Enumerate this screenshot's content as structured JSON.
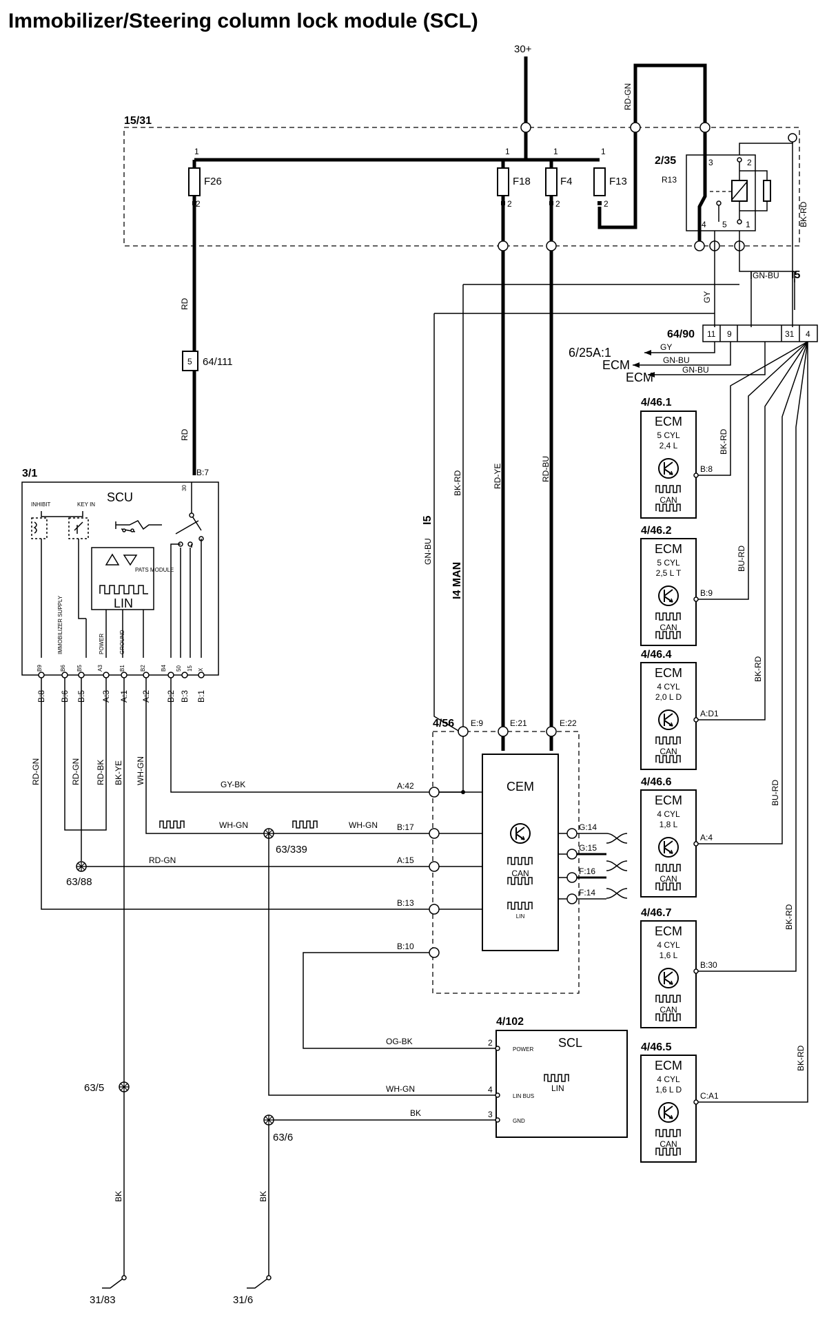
{
  "title": "Immobilizer/Steering column lock module (SCL)",
  "supply": "30+",
  "fusebox": "15/31",
  "fuses": {
    "f26": "F26",
    "f18": "F18",
    "f4": "F4",
    "f13": "F13",
    "pin1": "1",
    "pin2": "2"
  },
  "relay": {
    "id": "2/35",
    "name": "R13",
    "pins": [
      "3",
      "2",
      "4",
      "5",
      "1"
    ]
  },
  "connectors": {
    "c64_111": "64/111",
    "c64_111_pin": "5",
    "c64_90": "64/90",
    "c64_90_pins": [
      "11",
      "9",
      "31",
      "4"
    ],
    "c6_25": "6/25A:1"
  },
  "wires": {
    "rd_gn": "RD-GN",
    "rd": "RD",
    "gy": "GY",
    "gn_bu": "GN-BU",
    "bk_rd": "BK-RD",
    "bu_rd": "BU-RD",
    "rd_ye": "RD-YE",
    "rd_bu": "RD-BU",
    "rd_bk": "RD-BK",
    "bk_ye": "BK-YE",
    "wh_gn": "WH-GN",
    "gy_bk": "GY-BK",
    "og_bk": "OG-BK",
    "bk": "BK"
  },
  "variant_labels": {
    "i5": "I5",
    "i4man": "I4 MAN"
  },
  "ecm_short": "ECM",
  "scu": {
    "id": "3/1",
    "name": "SCU",
    "pin_b7": "B:7",
    "pin30": "30",
    "inhibit": "INHIBIT",
    "keyin": "KEY IN",
    "pats": "PATS MODULE",
    "lin": "LIN",
    "vlabels": [
      "IMMOBILIZER SUPPLY",
      "POWER",
      "GROUND"
    ],
    "inner_pins": [
      "B9",
      "B6",
      "B5",
      "A3",
      "B1",
      "B2",
      "B4",
      "50",
      "15",
      "X"
    ],
    "pins": [
      "B:8",
      "B:6",
      "B:5",
      "A:3",
      "A:1",
      "A:2",
      "B:2",
      "B:3",
      "B:1"
    ]
  },
  "cem": {
    "id": "4/56",
    "name": "CEM",
    "can": "CAN",
    "lin": "LIN",
    "top_pins": [
      "E:9",
      "E:21",
      "E:22"
    ],
    "left_pins": [
      "A:42",
      "B:17",
      "A:15",
      "B:13",
      "B:10"
    ],
    "right_pins": [
      "G:14",
      "G:15",
      "F:16",
      "F:14"
    ]
  },
  "scl": {
    "id": "4/102",
    "name": "SCL",
    "lin": "LIN",
    "pins": [
      {
        "num": "2",
        "label": "POWER"
      },
      {
        "num": "4",
        "label": "LIN BUS"
      },
      {
        "num": "3",
        "label": "GND"
      }
    ]
  },
  "splices": {
    "s63_339": "63/339",
    "s63_88": "63/88",
    "s63_5": "63/5",
    "s63_6": "63/6"
  },
  "grounds": {
    "g31_83": "31/83",
    "g31_6": "31/6"
  },
  "ecms": [
    {
      "id": "4/46.1",
      "title": "ECM",
      "line1": "5 CYL",
      "line2": "2,4 L",
      "pin": "B:8",
      "can": "CAN"
    },
    {
      "id": "4/46.2",
      "title": "ECM",
      "line1": "5 CYL",
      "line2": "2,5 L T",
      "pin": "B:9",
      "can": "CAN"
    },
    {
      "id": "4/46.4",
      "title": "ECM",
      "line1": "4 CYL",
      "line2": "2,0 L D",
      "pin": "A:D1",
      "can": "CAN"
    },
    {
      "id": "4/46.6",
      "title": "ECM",
      "line1": "4 CYL",
      "line2": "1,8 L",
      "pin": "A:4",
      "can": "CAN"
    },
    {
      "id": "4/46.7",
      "title": "ECM",
      "line1": "4 CYL",
      "line2": "1,6 L",
      "pin": "B:30",
      "can": "CAN"
    },
    {
      "id": "4/46.5",
      "title": "ECM",
      "line1": "4 CYL",
      "line2": "1,6 L D",
      "pin": "C:A1",
      "can": "CAN"
    }
  ]
}
